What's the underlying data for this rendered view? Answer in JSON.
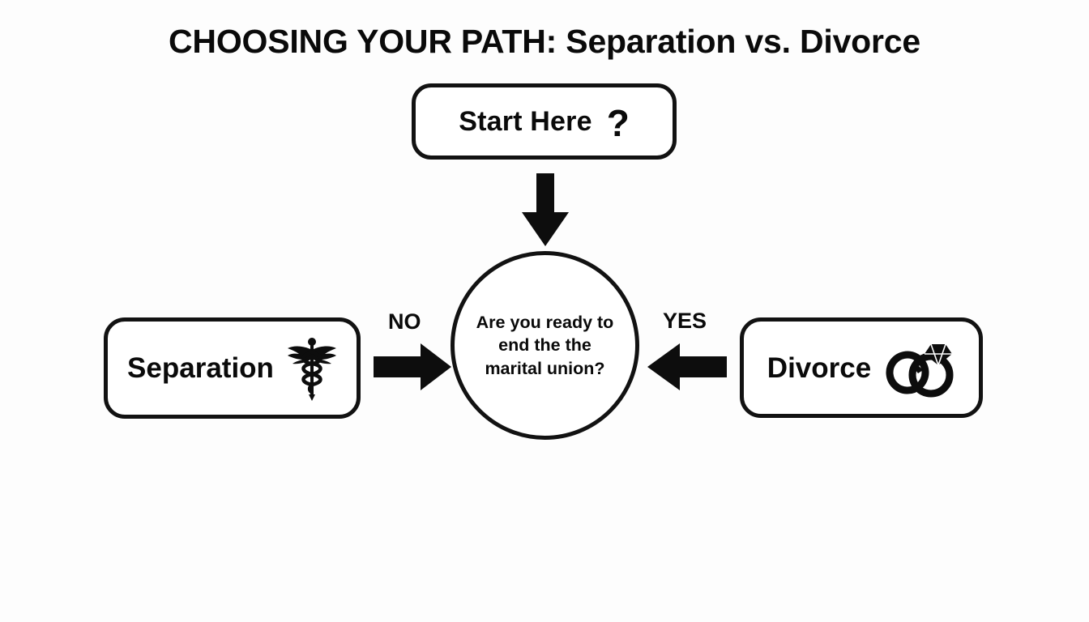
{
  "title": "CHOOSING YOUR PATH: Separation vs. Divorce",
  "colors": {
    "background": "#fdfdfd",
    "stroke": "#121212",
    "text": "#0a0a0a",
    "node_fill": "#ffffff"
  },
  "nodes": {
    "start": {
      "label": "Start Here",
      "symbol": "?",
      "shape": "rounded-rectangle"
    },
    "decision": {
      "text": "Are you ready to end the the marital union?",
      "lines": [
        "Are you ready",
        "to end the",
        "the marital",
        "union?"
      ],
      "shape": "circle"
    },
    "separation": {
      "label": "Separation",
      "icon": "caduceus-icon",
      "shape": "rounded-rectangle"
    },
    "divorce": {
      "label": "Divorce",
      "icon": "wedding-rings-icon",
      "shape": "rounded-rectangle"
    }
  },
  "edges": [
    {
      "name": "start-to-decision",
      "label": "",
      "direction": "down"
    },
    {
      "name": "decision-to-separation",
      "label": "NO",
      "direction": "right"
    },
    {
      "name": "decision-to-divorce",
      "label": "YES",
      "direction": "left"
    }
  ],
  "edge_labels": {
    "no": "NO",
    "yes": "YES"
  }
}
